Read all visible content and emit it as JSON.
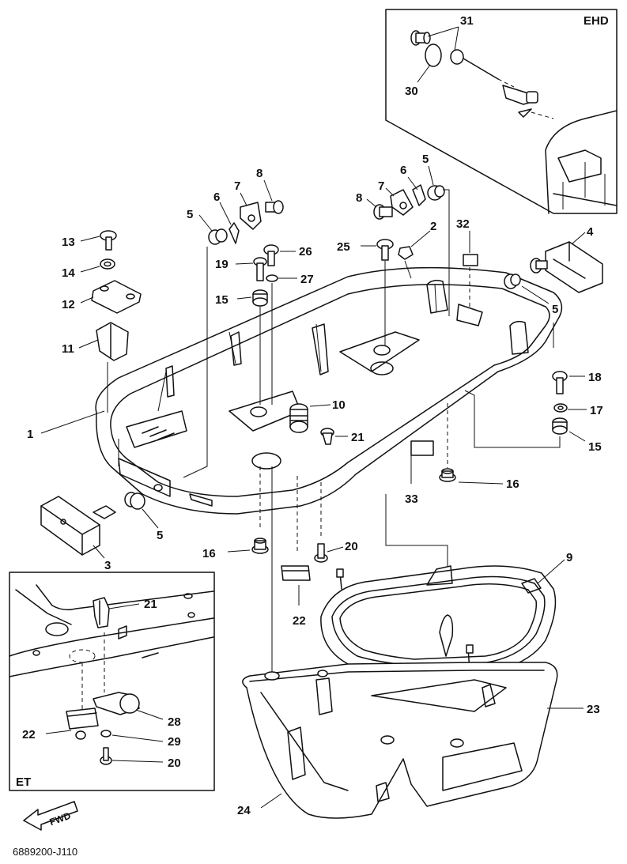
{
  "diagram": {
    "drawing_code": "6889200-J110",
    "fwd_label": "FWD",
    "insets": {
      "ehd": {
        "title": "EHD"
      },
      "et": {
        "title": "ET"
      }
    },
    "callouts": {
      "c1": "1",
      "c2": "2",
      "c3": "3",
      "c4": "4",
      "c5a": "5",
      "c5b": "5",
      "c5c": "5",
      "c5d": "5",
      "c6a": "6",
      "c6b": "6",
      "c7a": "7",
      "c7b": "7",
      "c8a": "8",
      "c8b": "8",
      "c9": "9",
      "c10": "10",
      "c11": "11",
      "c12": "12",
      "c13": "13",
      "c14": "14",
      "c15a": "15",
      "c15b": "15",
      "c16a": "16",
      "c16b": "16",
      "c17": "17",
      "c18": "18",
      "c19": "19",
      "c20a": "20",
      "c20b": "20",
      "c21a": "21",
      "c21b": "21",
      "c22a": "22",
      "c22b": "22",
      "c23": "23",
      "c24": "24",
      "c25": "25",
      "c26": "26",
      "c27": "27",
      "c28": "28",
      "c29": "29",
      "c30": "30",
      "c31": "31",
      "c32": "32",
      "c33": "33"
    }
  }
}
